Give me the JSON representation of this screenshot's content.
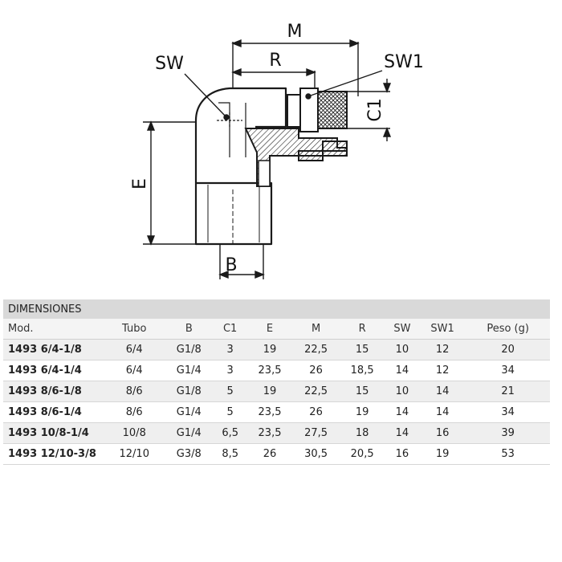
{
  "drawing": {
    "labels": {
      "M": "M",
      "R": "R",
      "SW": "SW",
      "SW1": "SW1",
      "C1": "C1",
      "E": "E",
      "B": "B"
    }
  },
  "table": {
    "section_title": "DIMENSIONES",
    "headers": [
      "Mod.",
      "Tubo",
      "B",
      "C1",
      "E",
      "M",
      "R",
      "SW",
      "SW1",
      "Peso (g)"
    ],
    "rows": [
      [
        "1493 6/4-1/8",
        "6/4",
        "G1/8",
        "3",
        "19",
        "22,5",
        "15",
        "10",
        "12",
        "20"
      ],
      [
        "1493 6/4-1/4",
        "6/4",
        "G1/4",
        "3",
        "23,5",
        "26",
        "18,5",
        "14",
        "12",
        "34"
      ],
      [
        "1493 8/6-1/8",
        "8/6",
        "G1/8",
        "5",
        "19",
        "22,5",
        "15",
        "10",
        "14",
        "21"
      ],
      [
        "1493 8/6-1/4",
        "8/6",
        "G1/4",
        "5",
        "23,5",
        "26",
        "19",
        "14",
        "14",
        "34"
      ],
      [
        "1493 10/8-1/4",
        "10/8",
        "G1/4",
        "6,5",
        "23,5",
        "27,5",
        "18",
        "14",
        "16",
        "39"
      ],
      [
        "1493 12/10-3/8",
        "12/10",
        "G3/8",
        "8,5",
        "26",
        "30,5",
        "20,5",
        "16",
        "19",
        "53"
      ]
    ]
  }
}
